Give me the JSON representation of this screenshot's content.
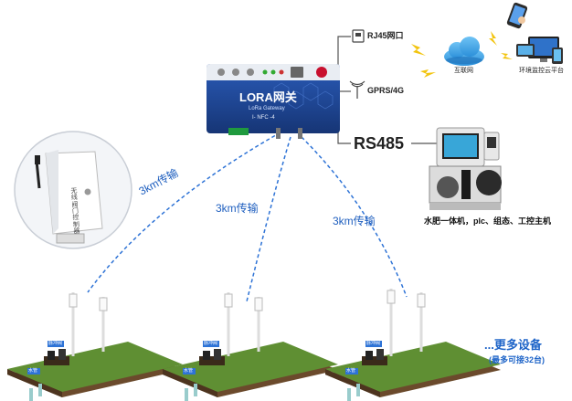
{
  "gateway": {
    "title": "LORA网关",
    "subtitle": "LoRa Gateway",
    "model": "I- NFC -4"
  },
  "ports": {
    "rj45": "RJ45网口",
    "gprs": "GPRS/4G",
    "rs485": "RS485"
  },
  "cloud": {
    "label": "互联网"
  },
  "platform": {
    "label": "环境监控云平台"
  },
  "controller": {
    "caption": "水肥一体机，plc、组态、工控主机"
  },
  "node": {
    "device_label": "无线阀门控制器"
  },
  "links": [
    {
      "label": "3km传输"
    },
    {
      "label": "3km传输"
    },
    {
      "label": "3km传输"
    }
  ],
  "field": {
    "tag_a": "脉冲阀",
    "tag_b": "水管"
  },
  "more": {
    "title": "...更多设备",
    "subtitle": "(最多可接32台)"
  },
  "colors": {
    "link": "#2e73d6",
    "gateway_body": "#1b3f8c",
    "grass": "#5f8f33",
    "soil": "#6b4a2c",
    "lightning": "#f2c40f"
  }
}
